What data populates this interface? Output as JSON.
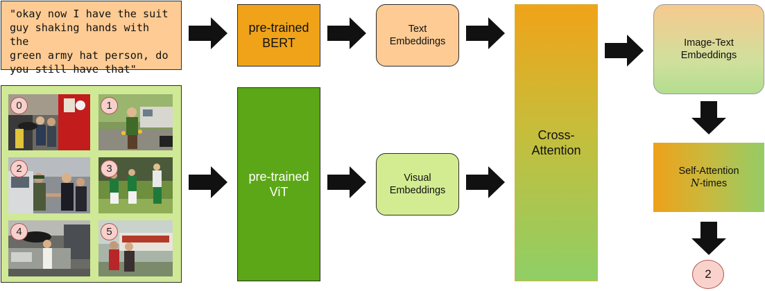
{
  "query_text": "\"okay now I have the suit\nguy shaking hands with the\ngreen army hat person, do\nyou still have that\"",
  "bert_label": "pre-trained\nBERT",
  "vit_label": "pre-trained\nViT",
  "text_embeddings_label": "Text\nEmbeddings",
  "visual_embeddings_label": "Visual\nEmbeddings",
  "cross_attention_label": "Cross-\nAttention",
  "image_text_embeddings_label": "Image-Text\nEmbeddings",
  "self_attention_label": "Self-Attention",
  "self_attention_times_var": "N",
  "self_attention_times_suffix": "-times",
  "answer_label": "2",
  "image_indices": [
    "0",
    "1",
    "2",
    "3",
    "4",
    "5"
  ],
  "colors": {
    "query_bg": "#fdcb93",
    "bert_bg": "#f0a319",
    "vit_bg": "#5ca717",
    "image_panel_bg": "#cfe996",
    "visual_emb_bg": "#d3ec91",
    "badge_bg": "#f8d0cb",
    "arrow": "#111111"
  }
}
